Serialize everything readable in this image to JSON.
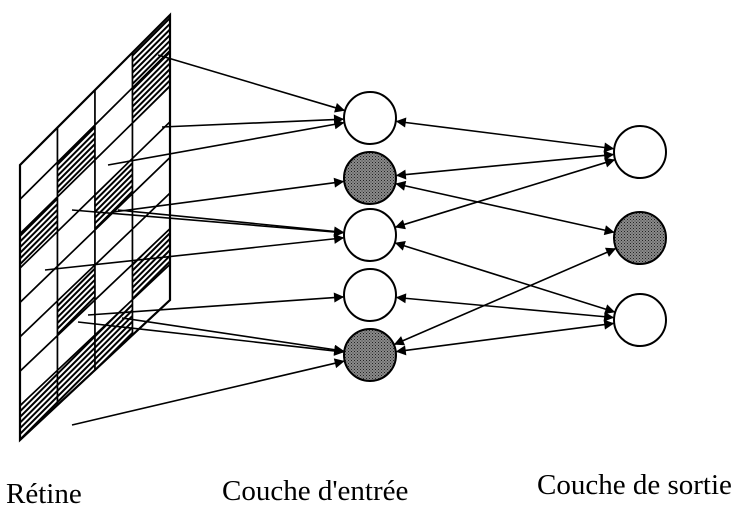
{
  "labels": {
    "retina": "Rétine",
    "input_layer": "Couche d'entrée",
    "output_layer": "Couche de sortie"
  },
  "retina": {
    "rows": 8,
    "cols": 4,
    "shaded_cells": [
      [
        0,
        3
      ],
      [
        1,
        1
      ],
      [
        1,
        3
      ],
      [
        2,
        0
      ],
      [
        3,
        2
      ],
      [
        5,
        1
      ],
      [
        6,
        3
      ],
      [
        7,
        0
      ],
      [
        7,
        1
      ],
      [
        7,
        2
      ]
    ]
  },
  "input_layer": {
    "neurons": [
      {
        "shaded": false
      },
      {
        "shaded": true
      },
      {
        "shaded": false
      },
      {
        "shaded": false
      },
      {
        "shaded": true
      }
    ]
  },
  "output_layer": {
    "neurons": [
      {
        "shaded": false
      },
      {
        "shaded": true
      },
      {
        "shaded": false
      }
    ]
  },
  "connections": {
    "retina_to_input": [
      0,
      0,
      0,
      1,
      2,
      2,
      2,
      3,
      4,
      4,
      4
    ],
    "input_output_links": [
      [
        0,
        0
      ],
      [
        1,
        0
      ],
      [
        1,
        1
      ],
      [
        2,
        0
      ],
      [
        2,
        2
      ],
      [
        3,
        2
      ],
      [
        4,
        1
      ],
      [
        4,
        2
      ]
    ]
  },
  "colors": {
    "ink": "#000000",
    "shade": "#6e6e6e",
    "background": "#ffffff"
  }
}
